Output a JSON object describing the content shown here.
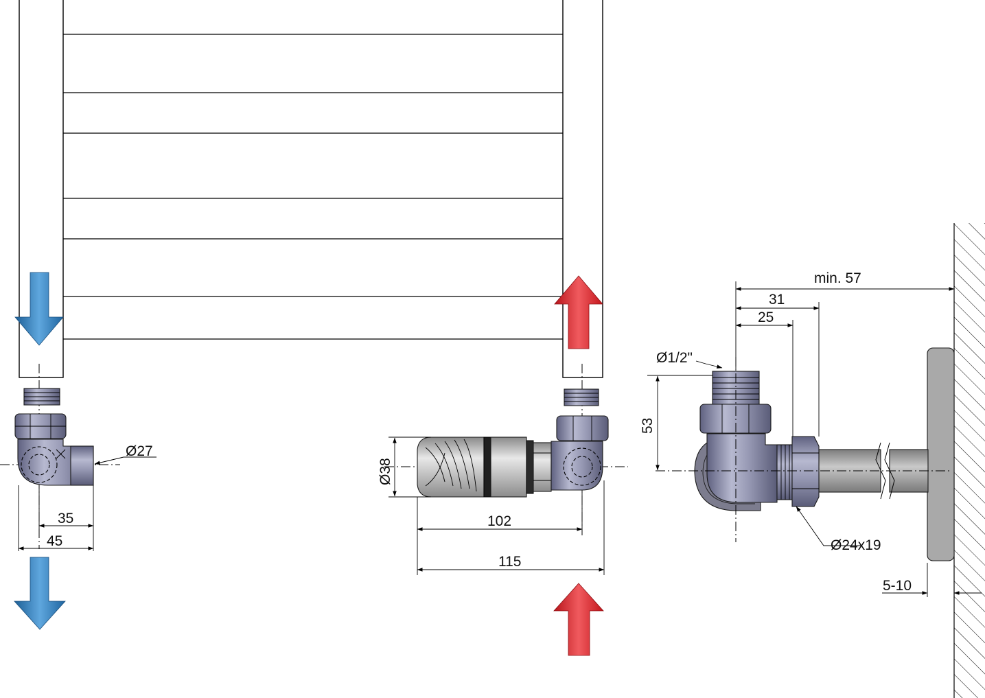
{
  "dimensions": {
    "dia_27": "Ø27",
    "dim_35": "35",
    "dim_45": "45",
    "dia_38": "Ø38",
    "dim_102": "102",
    "dim_115": "115",
    "min_57": "min. 57",
    "dim_31": "31",
    "dim_25": "25",
    "dia_half_inch": "Ø1/2\"",
    "dim_53": "53",
    "dia_24x19": "Ø24x19",
    "dim_5_10": "5-10"
  },
  "icons": {
    "supply": "red-up-arrow",
    "return": "blue-down-arrow"
  },
  "colors": {
    "flow_in": "#e3262b",
    "flow_out": "#2b7fc1",
    "metal": "#8f91ad",
    "pipe": "#a9a9a9"
  }
}
